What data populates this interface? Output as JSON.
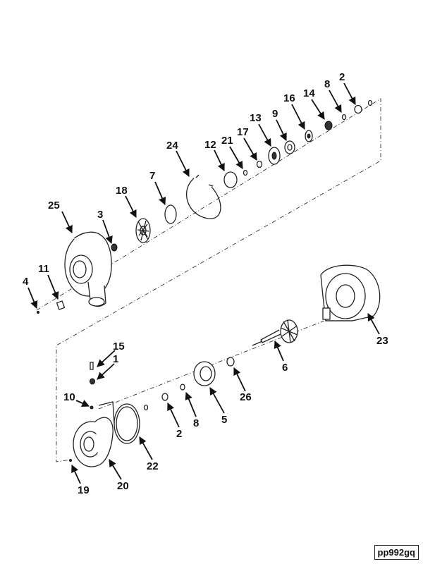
{
  "labels": {
    "l25": "25",
    "l18": "18",
    "l3": "3",
    "l7": "7",
    "l24": "24",
    "l12": "12",
    "l21": "21",
    "l17": "17",
    "l13": "13",
    "l9": "9",
    "l16": "16",
    "l14": "14",
    "l8a": "8",
    "l2a": "2",
    "l11": "11",
    "l4": "4",
    "l23": "23",
    "l6": "6",
    "l26": "26",
    "l5": "5",
    "l8b": "8",
    "l2b": "2",
    "l22": "22",
    "l15": "15",
    "l1": "1",
    "l10": "10",
    "l20": "20",
    "l19": "19"
  },
  "figure_code": "pp992gq"
}
